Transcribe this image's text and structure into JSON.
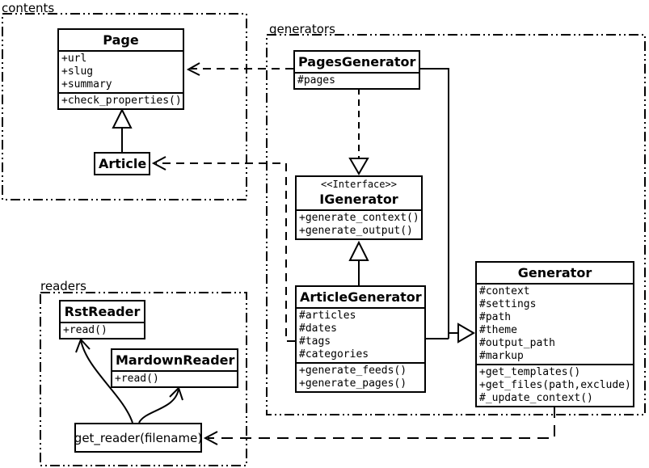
{
  "packages": {
    "contents": {
      "label": "contents"
    },
    "generators": {
      "label": "generators"
    },
    "readers": {
      "label": "readers"
    }
  },
  "classes": {
    "page": {
      "title": "Page",
      "attributes": [
        "+url",
        "+slug",
        "+summary"
      ],
      "methods": [
        "+check_properties()"
      ]
    },
    "article": {
      "title": "Article"
    },
    "pages_generator": {
      "title": "PagesGenerator",
      "attributes": [
        "#pages"
      ]
    },
    "igenerator": {
      "stereotype": "<<Interface>>",
      "title": "IGenerator",
      "methods": [
        "+generate_context()",
        "+generate_output()"
      ]
    },
    "article_generator": {
      "title": "ArticleGenerator",
      "attributes": [
        "#articles",
        "#dates",
        "#tags",
        "#categories"
      ],
      "methods": [
        "+generate_feeds()",
        "+generate_pages()"
      ]
    },
    "generator": {
      "title": "Generator",
      "attributes": [
        "#context",
        "#settings",
        "#path",
        "#theme",
        "#output_path",
        "#markup"
      ],
      "methods": [
        "+get_templates()",
        "+get_files(path,exclude)",
        "#_update_context()"
      ]
    },
    "rst_reader": {
      "title": "RstReader",
      "methods": [
        "+read()"
      ]
    },
    "markdown_reader": {
      "title": "MardownReader",
      "methods": [
        "+read()"
      ]
    },
    "get_reader": {
      "label": "get_reader(filename)"
    }
  },
  "colors": {
    "line": "#000000",
    "background": "#ffffff"
  }
}
